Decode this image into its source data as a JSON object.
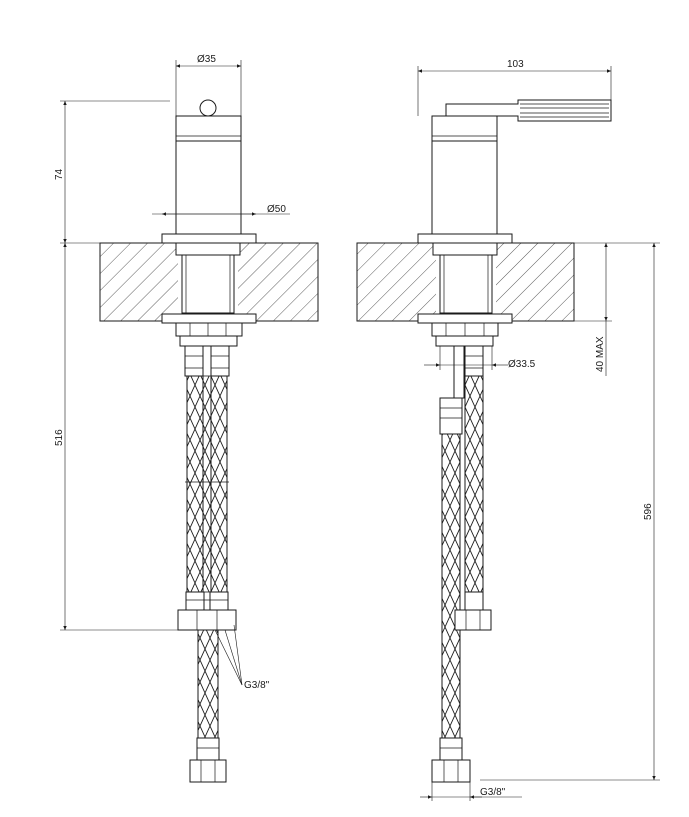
{
  "drawing": {
    "front_view": {
      "dim_top_diameter": "Ø35",
      "dim_flange_diameter": "Ø50",
      "dim_height_above": "74",
      "dim_height_below": "516",
      "thread_label": "G3/8\""
    },
    "side_view": {
      "dim_width": "103",
      "dim_deck_thickness": "40 MAX",
      "dim_shank_diameter": "Ø33.5",
      "dim_total_height": "596",
      "thread_label": "G3/8\""
    }
  }
}
